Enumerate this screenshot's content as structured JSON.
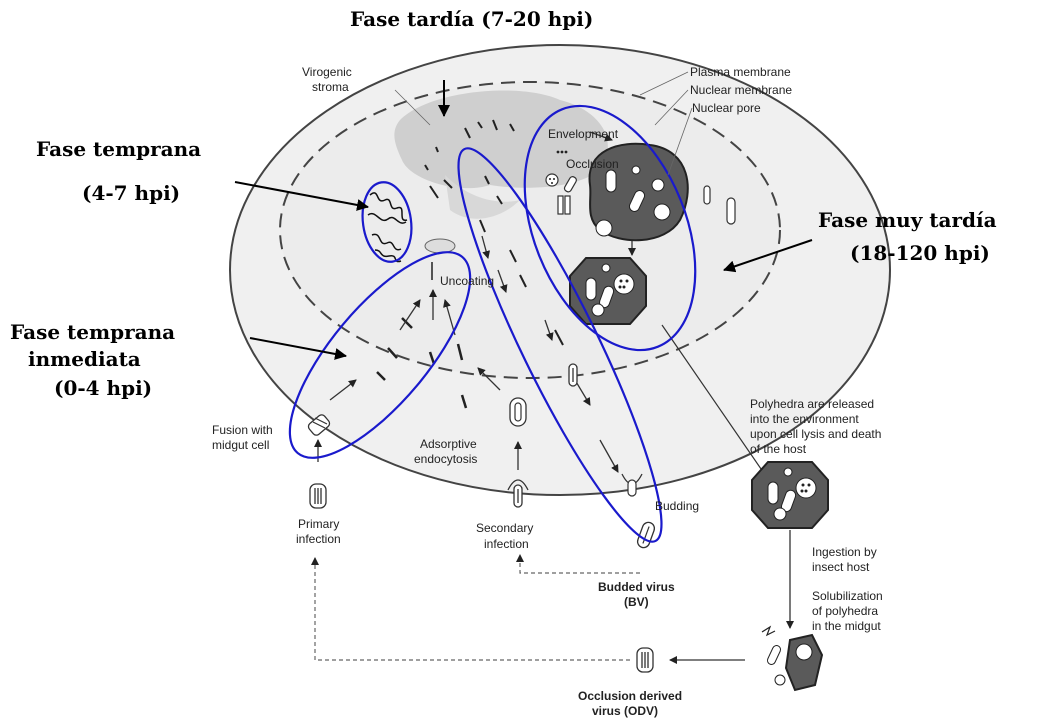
{
  "phases": {
    "late": "Fase tardía (7-20 hpi)",
    "early_line1": "Fase temprana",
    "early_line2": "(4-7 hpi)",
    "very_late_line1": "Fase muy tardía",
    "very_late_line2": "(18-120 hpi)",
    "immediate_line1": "Fase  temprana",
    "immediate_line2": "inmediata",
    "immediate_line3": "(0-4 hpi)"
  },
  "labels": {
    "virogenic_1": "Virogenic",
    "virogenic_2": "stroma",
    "plasma_membrane": "Plasma membrane",
    "nuclear_membrane": "Nuclear membrane",
    "nuclear_pore": "Nuclear pore",
    "envelopment": "Envelopment",
    "occlusion": "Occlusion",
    "uncoating": "Uncoating",
    "fusion_1": "Fusion with",
    "fusion_2": "midgut cell",
    "adsorptive_1": "Adsorptive",
    "adsorptive_2": "endocytosis",
    "primary_1": "Primary",
    "primary_2": "infection",
    "secondary_1": "Secondary",
    "secondary_2": "infection",
    "budding": "Budding",
    "bv_1": "Budded virus",
    "bv_2": "(BV)",
    "released_1": "Polyhedra are released",
    "released_2": "into the environment",
    "released_3": "upon cell lysis and death",
    "released_4": "of the host",
    "ingestion_1": "Ingestion by",
    "ingestion_2": "insect host",
    "solub_1": "Solubilization",
    "solub_2": "of polyhedra",
    "solub_3": "in the midgut",
    "odv_1": "Occlusion derived",
    "odv_2": "virus (ODV)"
  },
  "colors": {
    "highlight": "#1a1acc",
    "ink": "#222222",
    "stroma": "#cfcfcf",
    "polyhedron": "#5a5a5a"
  }
}
